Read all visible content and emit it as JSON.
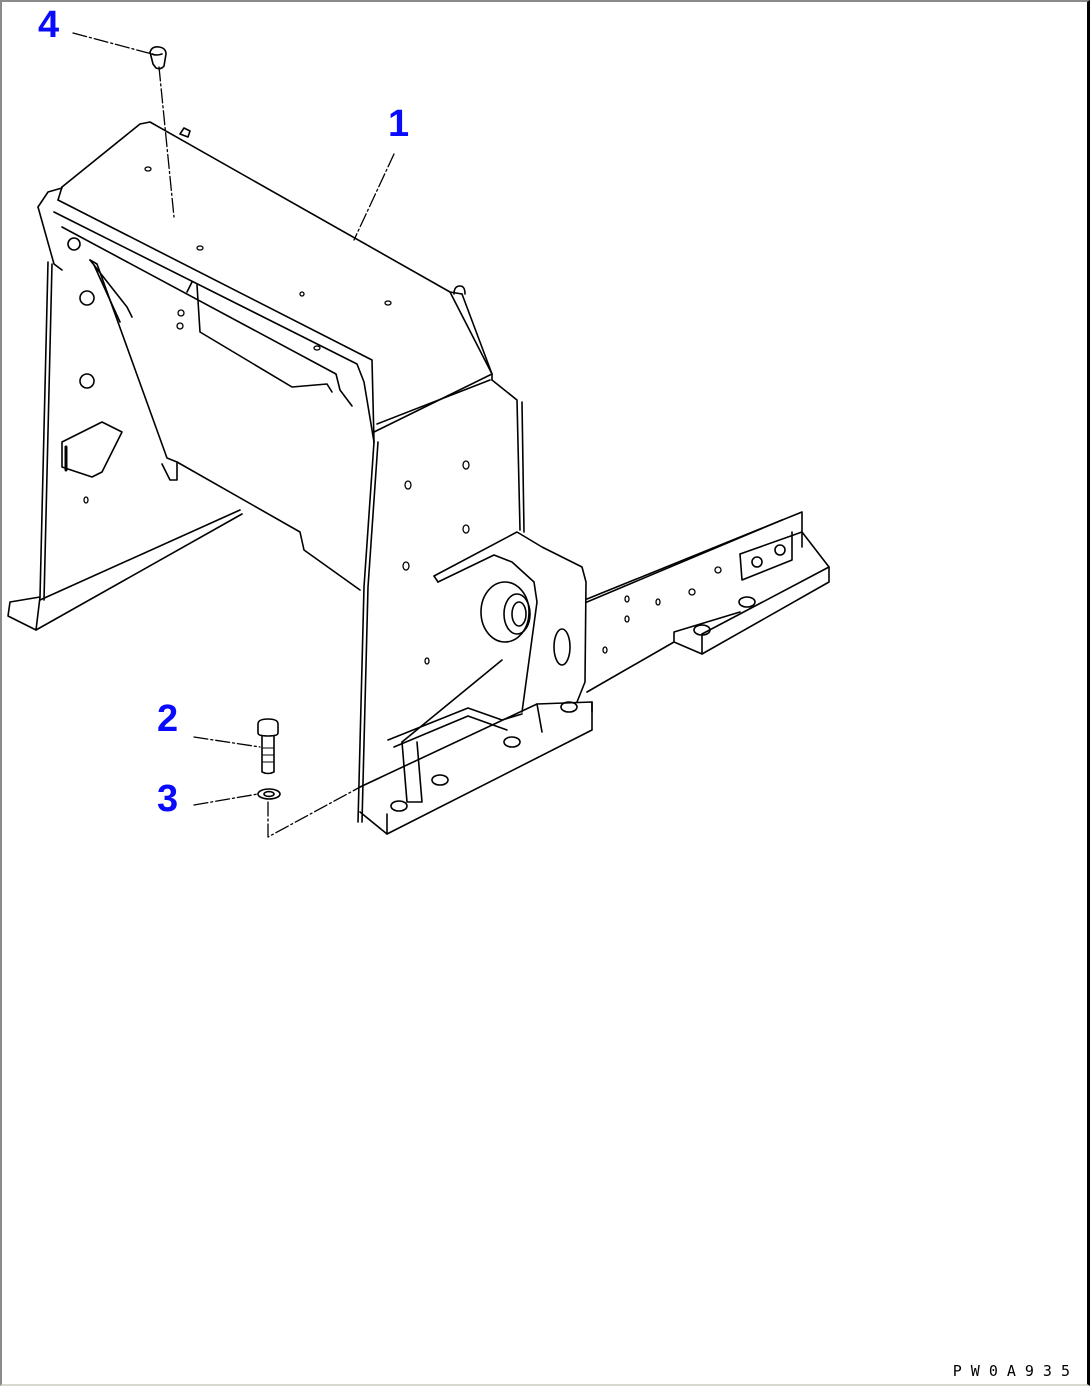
{
  "diagram": {
    "type": "exploded parts illustration",
    "callouts": [
      {
        "id": "1",
        "label": "1",
        "part": "frame"
      },
      {
        "id": "2",
        "label": "2",
        "part": "bolt"
      },
      {
        "id": "3",
        "label": "3",
        "part": "washer"
      },
      {
        "id": "4",
        "label": "4",
        "part": "cap"
      }
    ],
    "drawing_code": "PW0A935",
    "colors": {
      "callout": "#0a0aff",
      "line": "#000000",
      "background": "#ffffff"
    }
  }
}
